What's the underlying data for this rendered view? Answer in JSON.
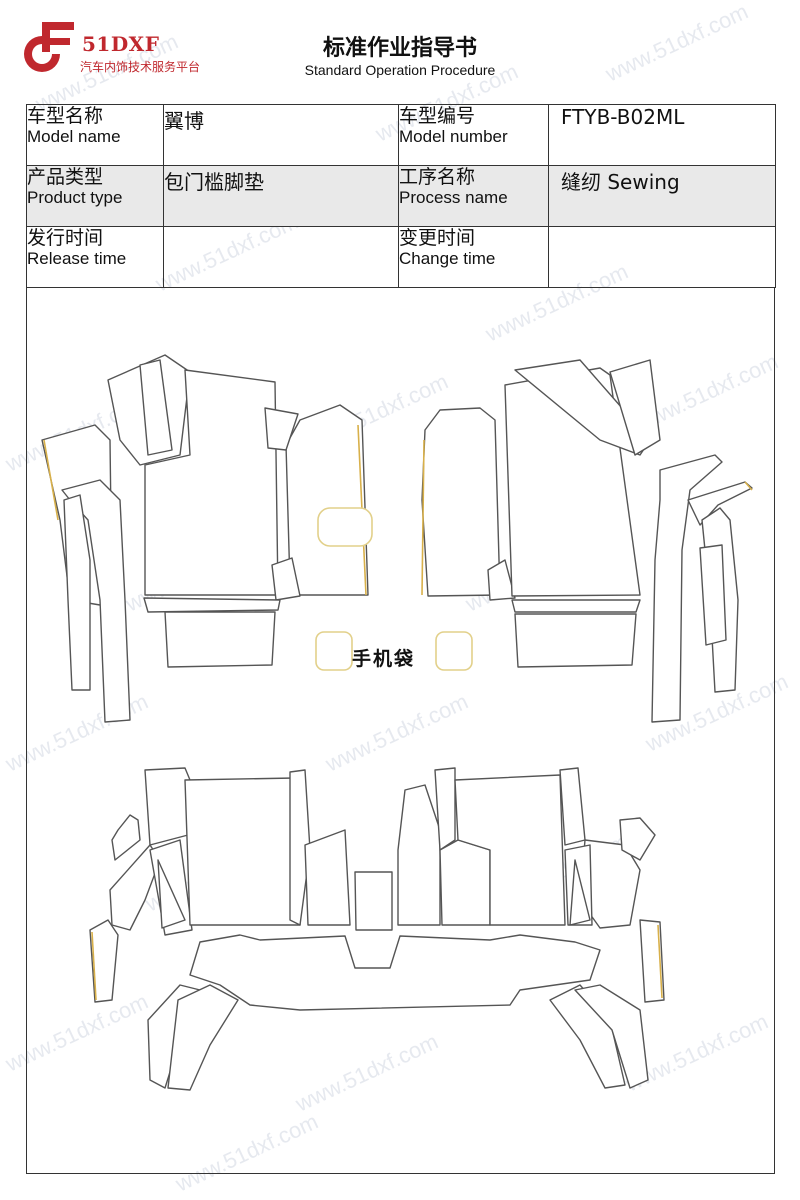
{
  "header": {
    "brand": "51DXF",
    "brand_sub": "汽车内饰技术服务平台",
    "title": "标准作业指导书",
    "subtitle": "Standard Operation Procedure"
  },
  "info": {
    "model_name_label_cn": "车型名称",
    "model_name_label_en": "Model name",
    "model_name_value": "翼博",
    "model_number_label_cn": "车型编号",
    "model_number_label_en": "Model number",
    "model_number_value": "FTYB-B02ML",
    "product_type_label_cn": "产品类型",
    "product_type_label_en": "Product type",
    "product_type_value": "包门槛脚垫",
    "process_name_label_cn": "工序名称",
    "process_name_label_en": "Process name",
    "process_name_value": "缝纫 Sewing",
    "release_time_label_cn": "发行时间",
    "release_time_label_en": "Release time",
    "release_time_value": "",
    "change_time_label_cn": "变更时间",
    "change_time_label_en": "Change time",
    "change_time_value": ""
  },
  "drawing": {
    "pocket_label": "手机袋"
  },
  "watermark": "www.51dxf.com",
  "colors": {
    "brand_red": "#c0282e",
    "table_shade": "#e9e9e9",
    "trim_tan": "#d8b04a"
  }
}
